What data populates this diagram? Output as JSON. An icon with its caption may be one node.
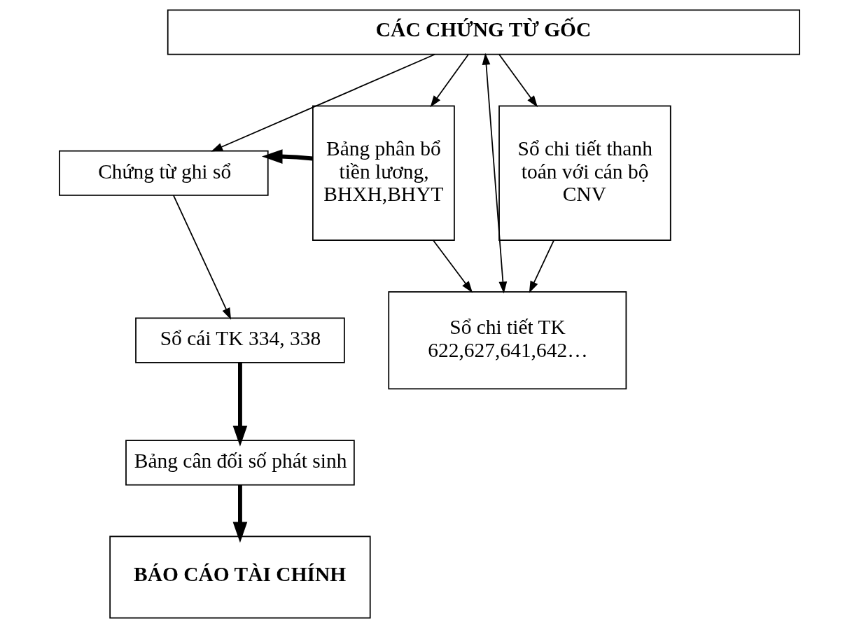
{
  "diagram": {
    "nodes": [
      {
        "text": [
          "CÁC CHỨNG TỪ GỐC"
        ]
      },
      {
        "text": [
          "Chứng từ ghi sổ"
        ]
      },
      {
        "text": [
          "Bảng phân bổ tiền lương, BHXH,BHYT"
        ]
      },
      {
        "text": [
          "Sổ chi tiết thanh toán với cán bộ CNV"
        ]
      },
      {
        "text": [
          "Sổ cái TK 334, 338"
        ]
      },
      {
        "text": [
          "Sổ chi tiết TK 622,627,641,642…"
        ]
      },
      {
        "text": [
          "Bảng cân đối số phát sinh"
        ]
      },
      {
        "text": [
          "BÁO CÁO TÀI CHÍNH"
        ]
      }
    ],
    "edges": [
      {
        "from": 0,
        "to": 1,
        "arrow": "to"
      },
      {
        "from": 0,
        "to": 2,
        "arrow": "to"
      },
      {
        "from": 0,
        "to": 3,
        "arrow": "to"
      },
      {
        "from": 2,
        "to": 1,
        "arrow": "to",
        "style": "thick"
      },
      {
        "from": 1,
        "to": 4,
        "arrow": "to"
      },
      {
        "from": 2,
        "to": 5,
        "arrow": "to"
      },
      {
        "from": 3,
        "to": 5,
        "arrow": "to"
      },
      {
        "from": 0,
        "to": 5,
        "arrow": "both"
      },
      {
        "from": 4,
        "to": 6,
        "arrow": "to",
        "style": "thick"
      },
      {
        "from": 6,
        "to": 7,
        "arrow": "to",
        "style": "thick"
      }
    ]
  }
}
